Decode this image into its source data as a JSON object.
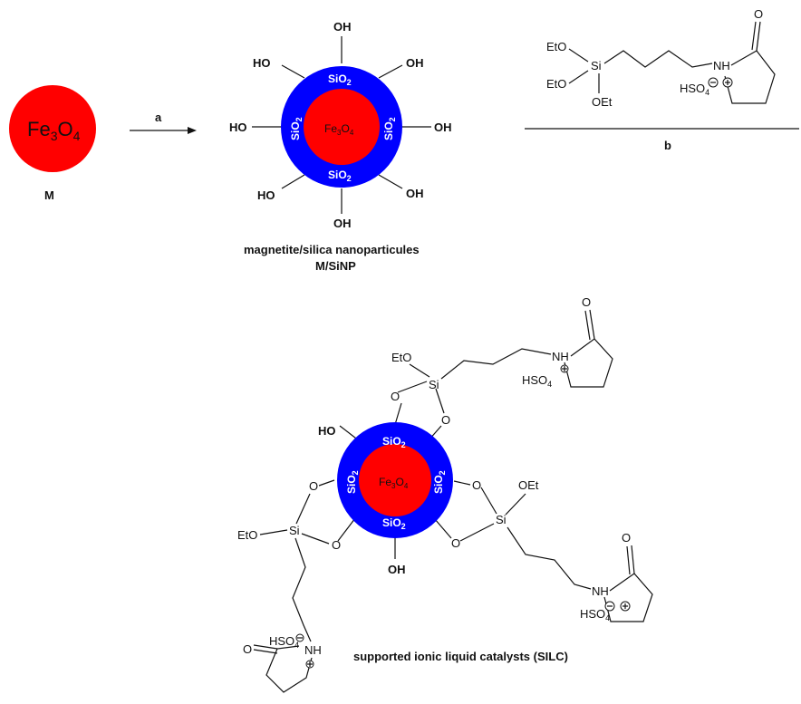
{
  "colors": {
    "core": "#ff0000",
    "shell": "#0000ff",
    "bond": "#111111"
  },
  "magnetite": {
    "formula_main": "Fe",
    "formula_sub1": "3",
    "formula_o": "O",
    "formula_sub2": "4",
    "label": "M"
  },
  "step_a": {
    "label": "a"
  },
  "step_b": {
    "label": "b"
  },
  "nanoparticle": {
    "shell_text": "SiO",
    "shell_sub": "2",
    "core_text": "Fe",
    "core_sub1": "3",
    "core_o": "O",
    "core_sub2": "4",
    "oh": "OH",
    "ho": "HO",
    "caption_line1": "magnetite/silica nanoparticules",
    "caption_line2": "M/SiNP"
  },
  "reagent": {
    "eto": "EtO",
    "oet": "OEt",
    "si": "Si",
    "nh": "NH",
    "o": "O",
    "hso": "HSO",
    "hso_sub": "4"
  },
  "silc": {
    "o": "O",
    "si": "Si",
    "eto": "EtO",
    "oet": "OEt",
    "ho": "HO",
    "oh": "OH",
    "nh": "NH",
    "hso": "HSO",
    "hso_sub": "4",
    "caption": "supported ionic liquid catalysts (SILC)"
  }
}
